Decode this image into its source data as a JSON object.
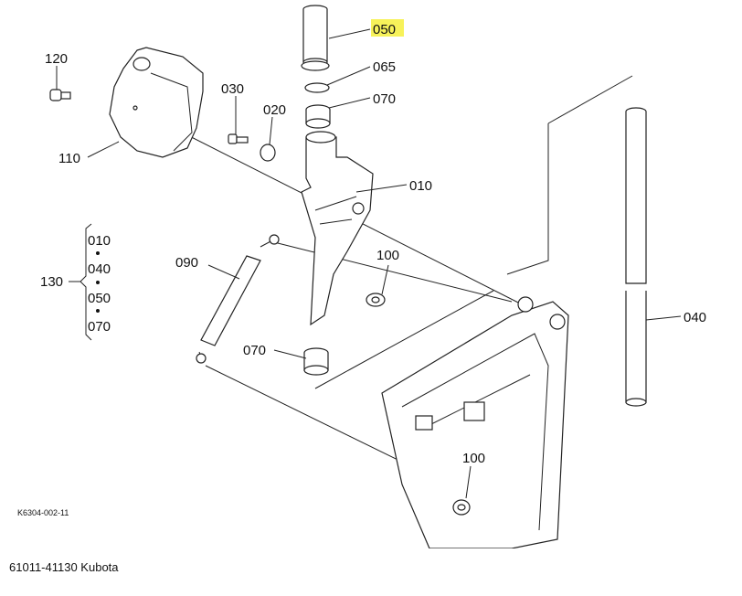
{
  "labels": {
    "p050": "050",
    "p065": "065",
    "p070a": "070",
    "p120": "120",
    "p030": "030",
    "p020": "020",
    "p110": "110",
    "p010": "010",
    "p090": "090",
    "p100a": "100",
    "p070b": "070",
    "p040": "040",
    "p100b": "100",
    "p130": "130"
  },
  "group_130": [
    "010",
    "040",
    "050",
    "070"
  ],
  "drawing_ref": "K6304-002-11",
  "caption": "61011-41130 Kubota",
  "highlight_color": "#f7f25a"
}
